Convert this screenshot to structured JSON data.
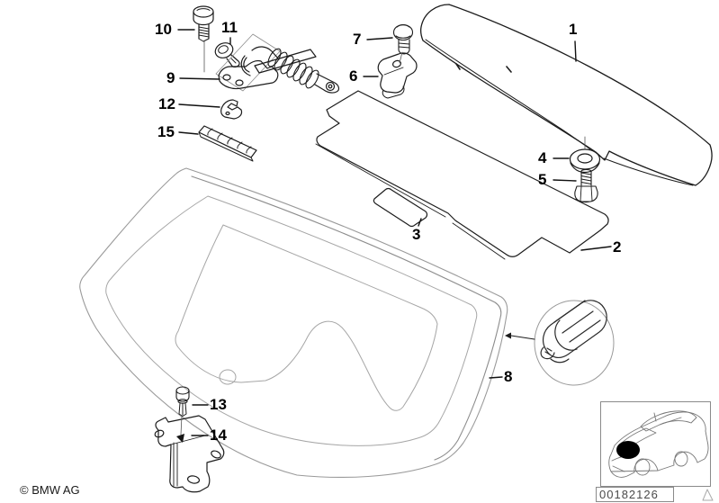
{
  "diagram": {
    "description": "BMW parts diagram - rear window, parcel shelf and trim components",
    "style": "black line art on white"
  },
  "callouts": [
    {
      "number": "1"
    },
    {
      "number": "2"
    },
    {
      "number": "3"
    },
    {
      "number": "4"
    },
    {
      "number": "5"
    },
    {
      "number": "6"
    },
    {
      "number": "7"
    },
    {
      "number": "8"
    },
    {
      "number": "9"
    },
    {
      "number": "10"
    },
    {
      "number": "11"
    },
    {
      "number": "12"
    },
    {
      "number": "13"
    },
    {
      "number": "14"
    },
    {
      "number": "15"
    }
  ],
  "footer": {
    "copyright": "© BMW AG",
    "image_number": "00182126"
  },
  "colors": {
    "line": "#1c1c1c",
    "ghost": "#9a9a9a",
    "thin": "#555555",
    "background": "#ffffff"
  }
}
